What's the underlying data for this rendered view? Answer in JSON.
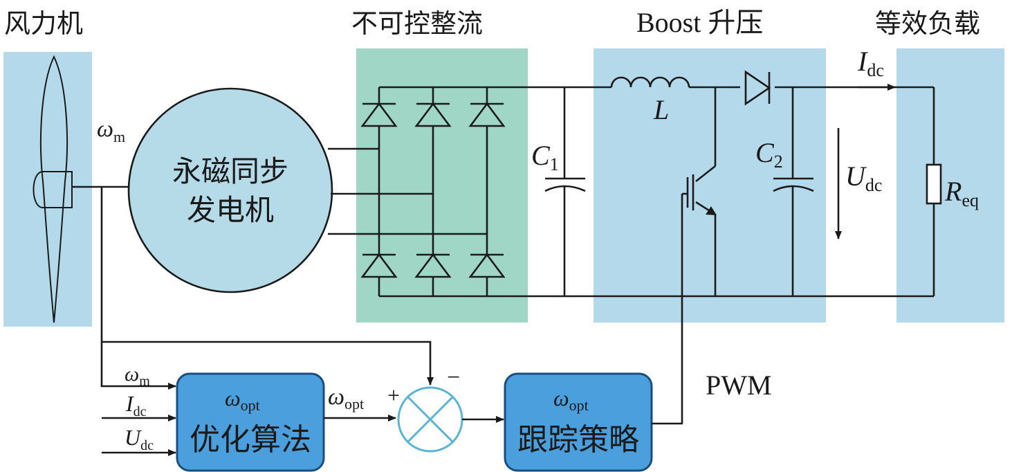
{
  "sections": {
    "wind_turbine": "风力机",
    "rectifier": "不可控整流",
    "boost": "Boost 升压",
    "load": "等效负载"
  },
  "generator": {
    "line1": "永磁同步",
    "line2": "发电机"
  },
  "symbols": {
    "omega": "ω",
    "m": "m",
    "opt": "opt",
    "I": "I",
    "U": "U",
    "dc": "dc",
    "C": "C",
    "sub1": "1",
    "sub2": "2",
    "L": "L",
    "R": "R",
    "eq": "eq",
    "plus": "+",
    "minus": "−"
  },
  "blocks": {
    "optimizer_label": "优化算法",
    "tracker_label": "跟踪策略"
  },
  "pwm": "PWM",
  "colors": {
    "panel_blue": "#b3d9ea",
    "panel_green": "#9fd6c5",
    "generator_fill": "#b5dbe9",
    "block_fill": "#4a9fdc",
    "block_stroke": "#1a4d80",
    "summer_stroke": "#5ab4d6",
    "wire": "#1a1a1a"
  }
}
